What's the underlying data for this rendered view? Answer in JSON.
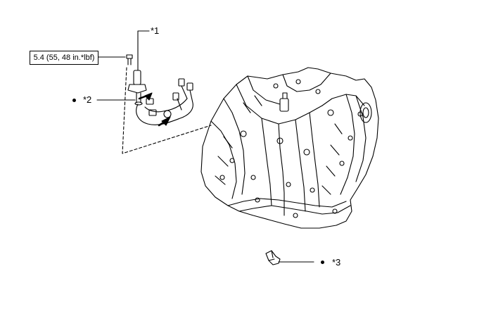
{
  "callouts": {
    "part1": "*1",
    "part2": "*2",
    "part3": "*3"
  },
  "torque_spec": "5.4 (55, 48 in.*lbf)",
  "colors": {
    "line": "#000000",
    "background": "#ffffff"
  }
}
